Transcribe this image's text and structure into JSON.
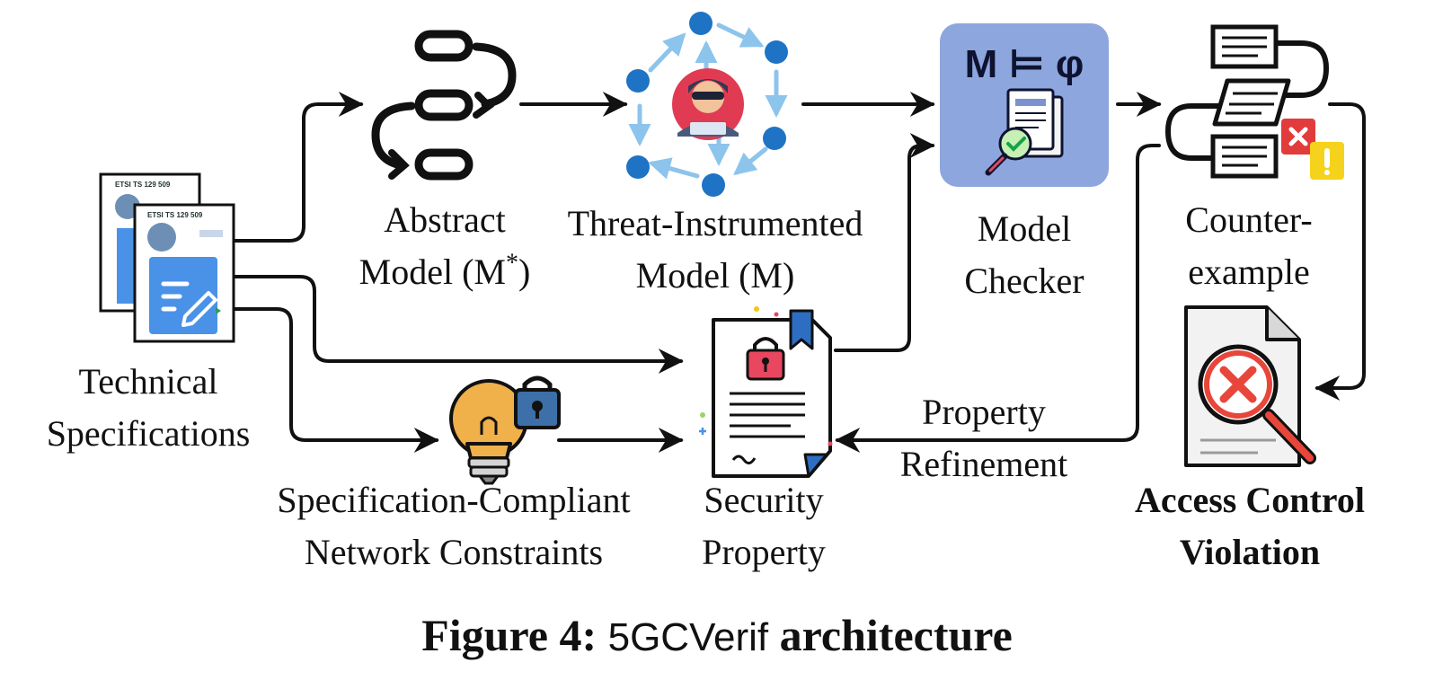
{
  "nodes": {
    "specs": {
      "line1": "Technical",
      "line2": "Specifications",
      "doc_header": "ETSI TS 129 509"
    },
    "abstract": {
      "line1": "Abstract",
      "line2": "Model (M",
      "sup": "*",
      "close": ")"
    },
    "threat": {
      "line1": "Threat-Instrumented",
      "line2": "Model (M)"
    },
    "checker": {
      "line1": "Model",
      "line2": "Checker",
      "formula": "M ⊨ φ"
    },
    "counter": {
      "line1": "Counter-",
      "line2": "example"
    },
    "violation": {
      "line1": "Access Control",
      "line2": "Violation"
    },
    "constraints": {
      "line1": "Specification-Compliant",
      "line2": "Network Constraints"
    },
    "property": {
      "line1": "Security",
      "line2": "Property"
    },
    "refinement": {
      "line1": "Property",
      "line2": "Refinement"
    }
  },
  "caption": {
    "prefix": "Figure 4:",
    "name": "5GCVerif",
    "suffix": "architecture"
  },
  "colors": {
    "arrow": "#111111",
    "hex_blue": "#1e73c4",
    "hex_arrow": "#8cc4ec",
    "checker_bg": "#8ea6de",
    "bulb": "#f0b04a",
    "lock_blue": "#3d6fa8",
    "doc_blue": "#4a92e8",
    "red_x": "#e23b3b",
    "warn_yellow": "#f5d21c",
    "bookmark": "#2d6ec2"
  }
}
